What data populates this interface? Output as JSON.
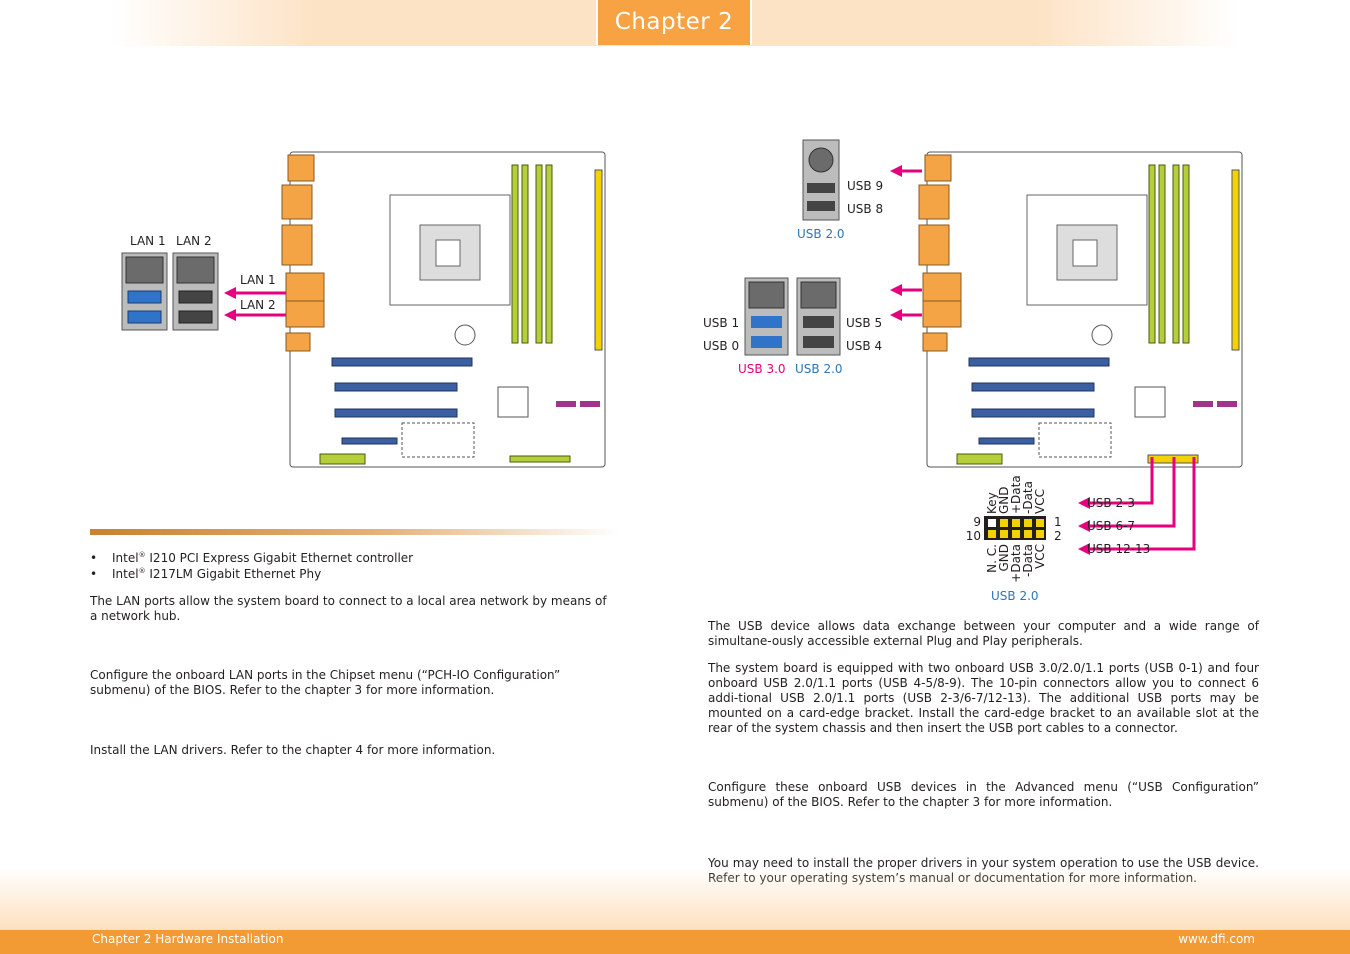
{
  "header": {
    "chapter_tab": "Chapter 2"
  },
  "footer": {
    "left": "Chapter 2 Hardware Installation",
    "right": "www.dfi.com"
  },
  "lan_section": {
    "diagram": {
      "port_labels_top": [
        "LAN 1",
        "LAN 2"
      ],
      "arrow_labels": [
        "LAN 1",
        "LAN 2"
      ]
    },
    "bullets": [
      {
        "brand": "Intel",
        "reg": "®",
        "text": " I210 PCI Express Gigabit Ethernet controller"
      },
      {
        "brand": "Intel",
        "reg": "®",
        "text": " I217LM Gigabit Ethernet Phy"
      }
    ],
    "paragraph_1": "The LAN ports allow the system board to connect to a local area network by means of a network hub.",
    "paragraph_2": "Configure the onboard LAN ports in the Chipset menu (“PCH-IO Configuration” submenu) of the BIOS. Refer to the chapter 3 for more information.",
    "paragraph_3": "Install the LAN drivers. Refer to the chapter 4 for more information."
  },
  "usb_section": {
    "diagram": {
      "top_stack_labels": [
        "USB 9",
        "USB 8"
      ],
      "top_stack_caption": "USB 2.0",
      "left_stack_labels": [
        "USB 1",
        "USB 0"
      ],
      "left_stack_caption": "USB 3.0",
      "right_stack_labels": [
        "USB 5",
        "USB 4"
      ],
      "right_stack_caption": "USB 2.0",
      "header_pins_top": [
        "Key",
        "GND",
        "+Data",
        "-Data",
        "VCC"
      ],
      "header_pins_bottom": [
        "N. C.",
        "GND",
        "+Data",
        "-Data",
        "VCC"
      ],
      "pin_numbers_left": [
        "9",
        "10"
      ],
      "pin_numbers_right": [
        "1",
        "2"
      ],
      "header_outputs": [
        "USB 2-3",
        "USB 6-7",
        "USB 12-13"
      ],
      "header_caption": "USB 2.0"
    },
    "paragraph_1": "The USB device allows data exchange between your computer and a wide range of simultane-ously accessible external Plug and Play peripherals.",
    "paragraph_2": "The system board is equipped with two onboard USB 3.0/2.0/1.1 ports (USB 0-1) and four onboard USB 2.0/1.1 ports (USB 4-5/8-9). The 10-pin connectors allow you to connect 6 addi-tional USB 2.0/1.1 ports (USB 2-3/6-7/12-13). The additional USB ports may be mounted on a card-edge bracket. Install the card-edge bracket to an available slot at the rear of the system chassis and then insert the USB port cables to a connector.",
    "paragraph_3": "Configure these onboard USB devices in the Advanced menu (“USB Configuration” submenu) of the BIOS. Refer to the chapter 3 for more information.",
    "paragraph_4": "You may need to install the proper drivers in your system operation to use the USB device. Refer to your operating system’s manual or documentation for more information."
  },
  "colors": {
    "accent_orange": "#f7a343",
    "arrow_magenta": "#e6007e",
    "caption_blue": "#2e75b6",
    "caption_pink": "#e6007e",
    "dimm_green": "#b5cf3a",
    "pin_yellow": "#f2d200"
  }
}
